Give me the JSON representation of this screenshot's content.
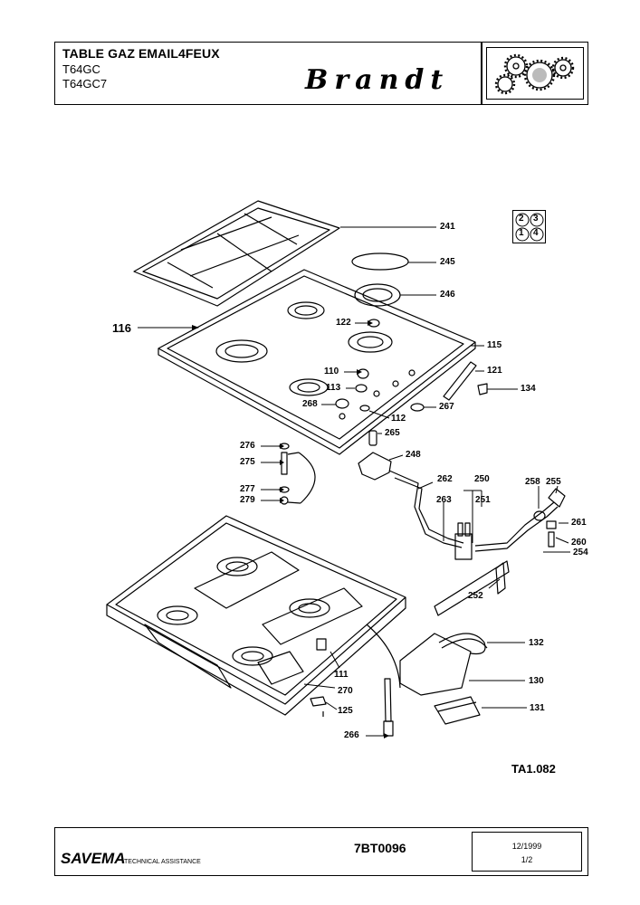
{
  "header": {
    "title": "TABLE GAZ EMAIL4FEUX",
    "models": [
      "T64GC",
      "T64GC7"
    ],
    "brand": "Brandt",
    "logo_icon": "gears-icon"
  },
  "footer": {
    "company": "SAVEMA",
    "subtitle": "TECHNICAL ASSISTANCE",
    "reference": "7BT0096",
    "date": "12/1999",
    "page": "1/2"
  },
  "drawing_ref": "TA1.082",
  "burner_key": [
    "2",
    "3",
    "1",
    "4"
  ],
  "parts": {
    "p241": "241",
    "p245": "245",
    "p246": "246",
    "p122": "122",
    "p115": "115",
    "p116": "116",
    "p121": "121",
    "p134": "134",
    "p110": "110",
    "p113": "113",
    "p268": "268",
    "p112": "112",
    "p267": "267",
    "p265": "265",
    "p276": "276",
    "p275": "275",
    "p277": "277",
    "p279": "279",
    "p248": "248",
    "p262": "262",
    "p250": "250",
    "p258": "258",
    "p255": "255",
    "p263": "263",
    "p251": "251",
    "p261": "261",
    "p260": "260",
    "p254": "254",
    "p252": "252",
    "p132": "132",
    "p111": "111",
    "p130": "130",
    "p270": "270",
    "p131": "131",
    "p125": "125",
    "p266": "266"
  }
}
